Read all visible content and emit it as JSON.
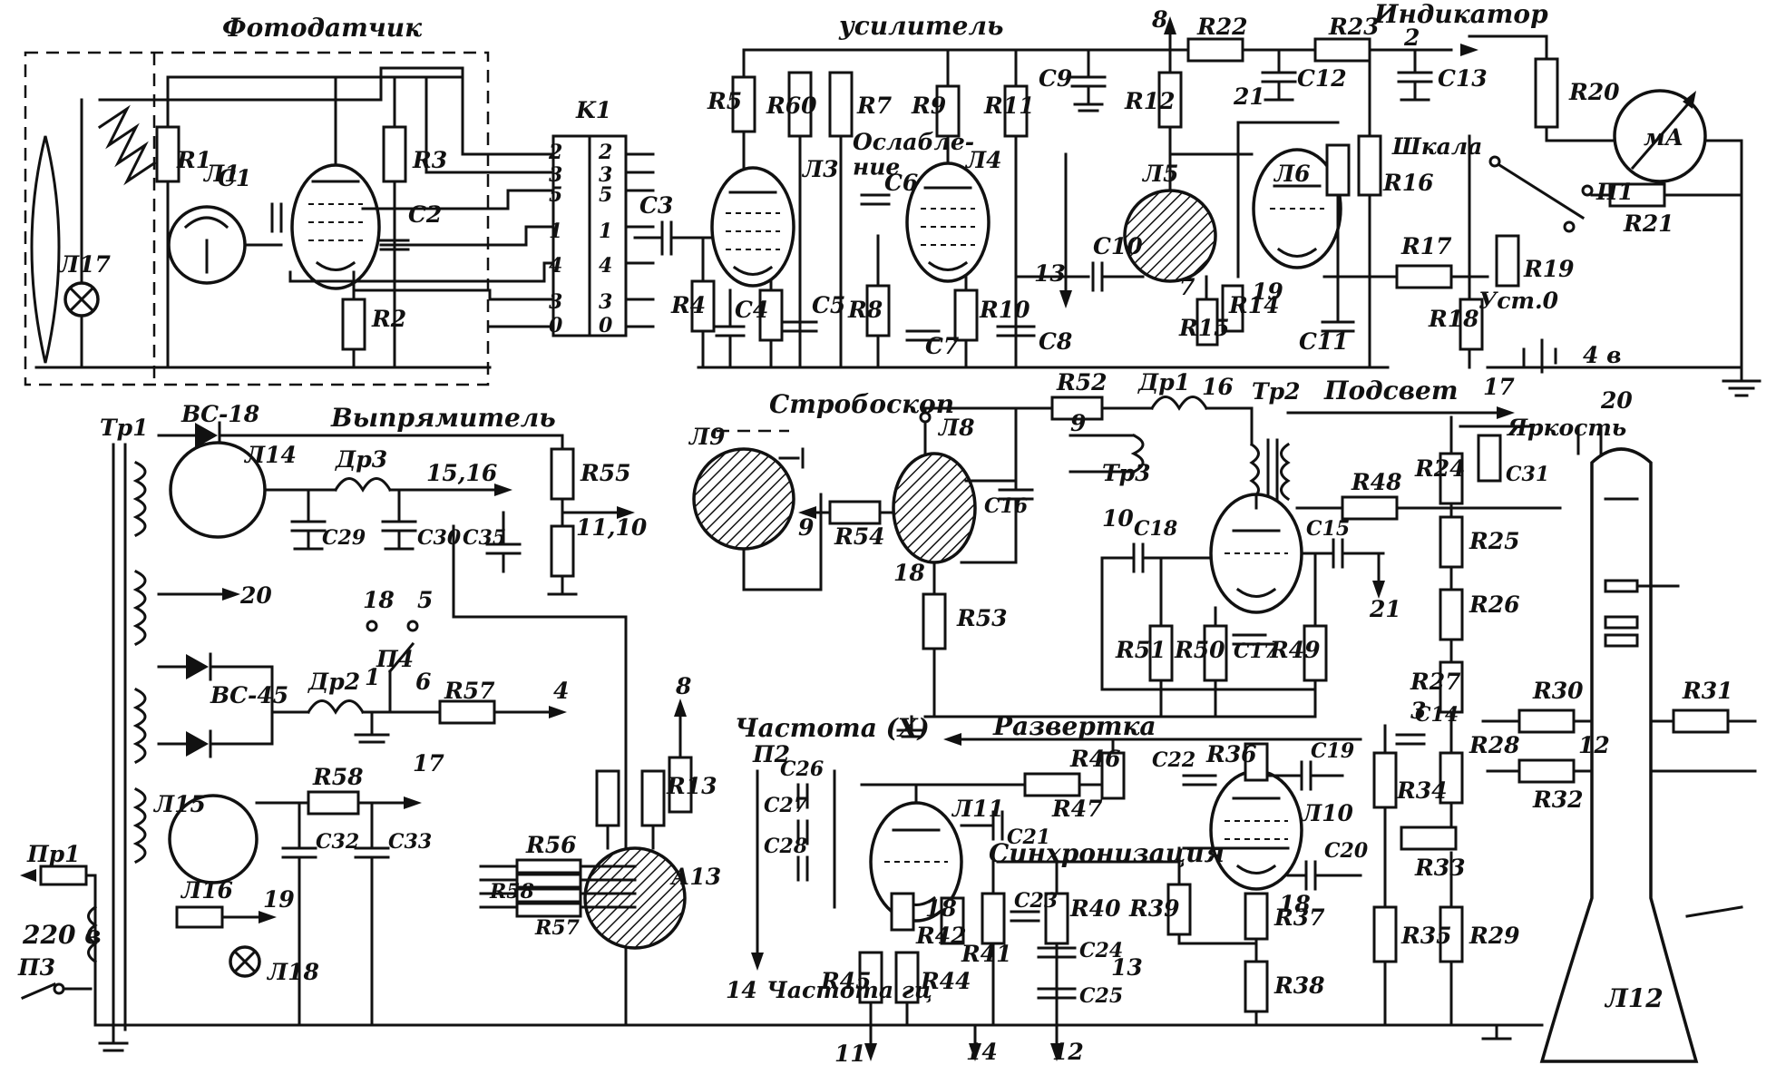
{
  "sections": {
    "photosensor": "Фотодатчик",
    "amplifier": "усилитель",
    "indicator": "Индикатор",
    "rectifier": "Выпрямитель",
    "stroboscope": "Стробоскоп",
    "backlight": "Подсвет",
    "brightness": "Яркость",
    "attenuation": "Ослабле-\nние",
    "scale": "Шкала",
    "sweep": "Развертка",
    "frequency_x": "Частота (X)",
    "frequency_hz": "Частота гц",
    "sync": "Синхронизация",
    "set_zero": "Уст.0",
    "mains": "220 в"
  },
  "components": {
    "resistors": [
      "R1",
      "R2",
      "R3",
      "R4",
      "R5",
      "R60",
      "R7",
      "R8",
      "R9",
      "R10",
      "R11",
      "R12",
      "R13",
      "R14",
      "R15",
      "R16",
      "R17",
      "R18",
      "R19",
      "R20",
      "R21",
      "R22",
      "R23",
      "R24",
      "R25",
      "R26",
      "R27",
      "R28",
      "R29",
      "R30",
      "R31",
      "R32",
      "R33",
      "R34",
      "R35",
      "R36",
      "R37",
      "R38",
      "R39",
      "R40",
      "R41",
      "R42",
      "R44",
      "R45",
      "R46",
      "R47",
      "R48",
      "R49",
      "R50",
      "R51",
      "R52",
      "R53",
      "R54",
      "R55",
      "R56",
      "R57",
      "R58"
    ],
    "capacitors": [
      "C1",
      "C2",
      "C3",
      "C4",
      "C5",
      "C6",
      "C7",
      "C8",
      "C9",
      "C10",
      "C11",
      "C12",
      "C13",
      "C14",
      "C15",
      "C16",
      "C17",
      "C18",
      "C19",
      "C20",
      "C21",
      "C22",
      "C23",
      "C24",
      "C25",
      "C26",
      "C27",
      "C28",
      "C29",
      "C30",
      "C31",
      "C32",
      "C33",
      "C35"
    ],
    "tubes": [
      "Л1",
      "Л3",
      "Л4",
      "Л5",
      "Л6",
      "Л8",
      "Л9",
      "Л10",
      "Л11",
      "Л12",
      "Л14",
      "Л15",
      "Л16",
      "Л17",
      "Л18"
    ],
    "chokes": [
      "Др1",
      "Др2",
      "Др3"
    ],
    "transformers": [
      "Тр1",
      "Тр2",
      "Тр3"
    ],
    "switches": [
      "П1",
      "П2",
      "П3",
      "П4",
      "K1"
    ],
    "diodes": [
      "ВС-18",
      "ВС-45"
    ],
    "meter": "мА",
    "fuse": "Пр1",
    "a13": "А13"
  },
  "nodes": [
    "1",
    "2",
    "3",
    "4",
    "5",
    "6",
    "7",
    "8",
    "9",
    "10",
    "11",
    "12",
    "13",
    "14",
    "15,16",
    "16",
    "17",
    "18",
    "19",
    "20",
    "21",
    "11,10",
    "4 в"
  ],
  "k1_pins": [
    "2",
    "3",
    "5",
    "1",
    "4",
    "3",
    "0"
  ]
}
